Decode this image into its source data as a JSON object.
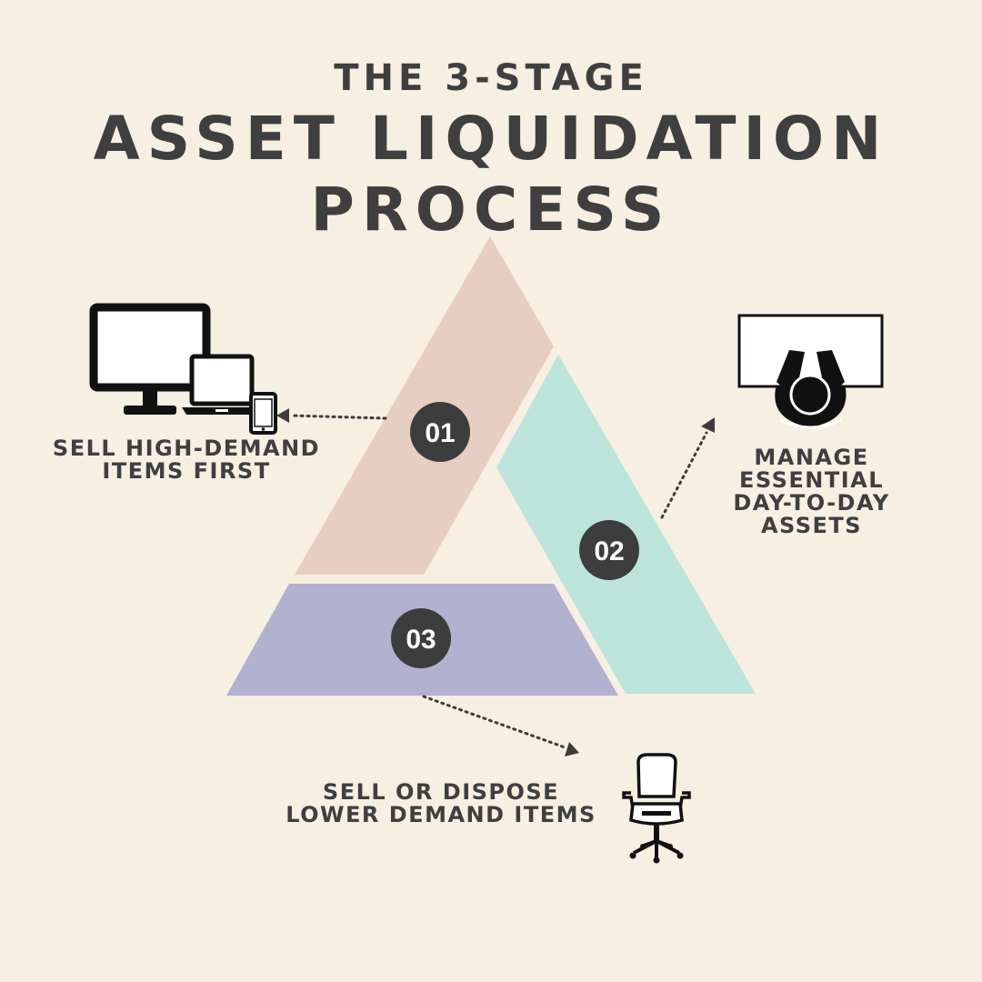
{
  "title": {
    "pretitle": "THE 3-STAGE",
    "line1": "ASSET LIQUIDATION",
    "line2": "PROCESS"
  },
  "stages": [
    {
      "number": "01",
      "caption_lines": [
        "SELL HIGH-DEMAND",
        "ITEMS FIRST"
      ],
      "color": "#e8cdc2",
      "icon": "computer-devices-icon"
    },
    {
      "number": "02",
      "caption_lines": [
        "MANAGE",
        "ESSENTIAL",
        "DAY-TO-DAY",
        "ASSETS"
      ],
      "color": "#bde4da",
      "icon": "person-at-desk-icon"
    },
    {
      "number": "03",
      "caption_lines": [
        "SELL OR DISPOSE",
        "LOWER DEMAND ITEMS"
      ],
      "color": "#b2b1cf",
      "icon": "office-chair-icon"
    }
  ],
  "colors": {
    "background": "#f6efe2",
    "text": "#3f3f3f",
    "badge": "#3d3d3d"
  }
}
